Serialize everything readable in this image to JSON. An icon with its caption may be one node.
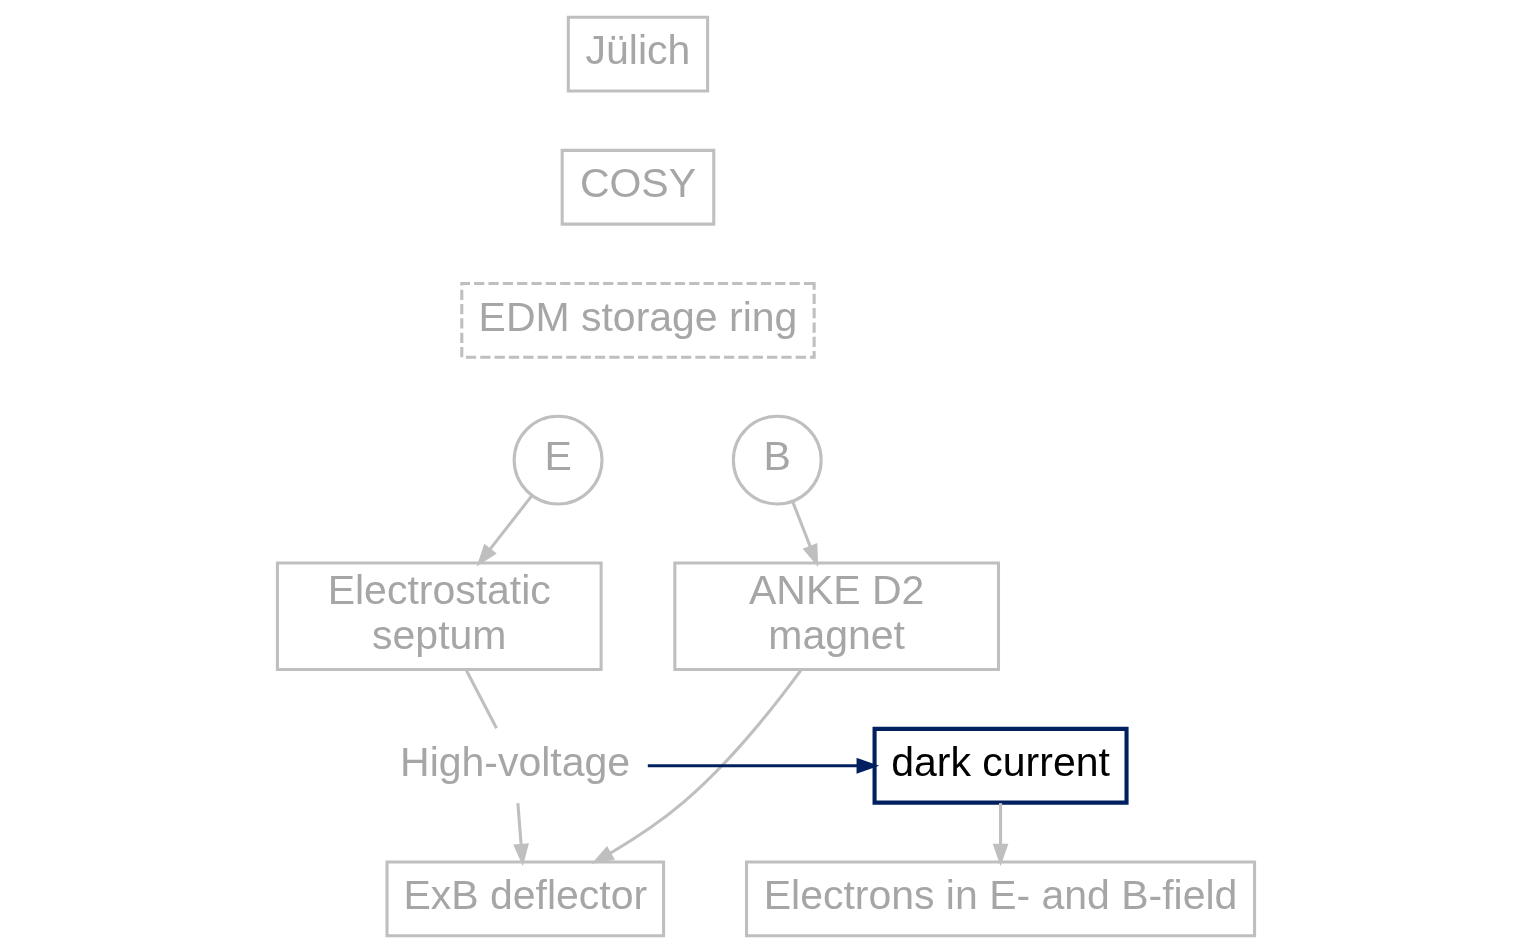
{
  "diagram": {
    "nodes": [
      {
        "text": [
          "Jülich"
        ]
      },
      {
        "text": [
          "COSY"
        ]
      },
      {
        "text": [
          "EDM storage ring"
        ]
      },
      {
        "text": [
          "E"
        ]
      },
      {
        "text": [
          "B"
        ]
      },
      {
        "text": [
          "Electrostatic septum"
        ]
      },
      {
        "text": [
          "ANKE D2 magnet"
        ]
      },
      {
        "text": [
          "High-voltage"
        ]
      },
      {
        "text": [
          "dark current"
        ]
      },
      {
        "text": [
          "Electrons in E- and B-field"
        ]
      },
      {
        "text": [
          "ExB deflector"
        ]
      }
    ],
    "edges": [
      {
        "from": 3,
        "to": 5,
        "arrow": "to"
      },
      {
        "from": 4,
        "to": 6,
        "arrow": "to"
      },
      {
        "from": 5,
        "to": 7,
        "arrow": "none"
      },
      {
        "from": 7,
        "to": 8,
        "arrow": "to",
        "color": "#002060"
      },
      {
        "from": 8,
        "to": 9,
        "arrow": "to"
      },
      {
        "from": 7,
        "to": 10,
        "arrow": "to"
      },
      {
        "from": 6,
        "to": 10,
        "arrow": "to"
      }
    ]
  }
}
